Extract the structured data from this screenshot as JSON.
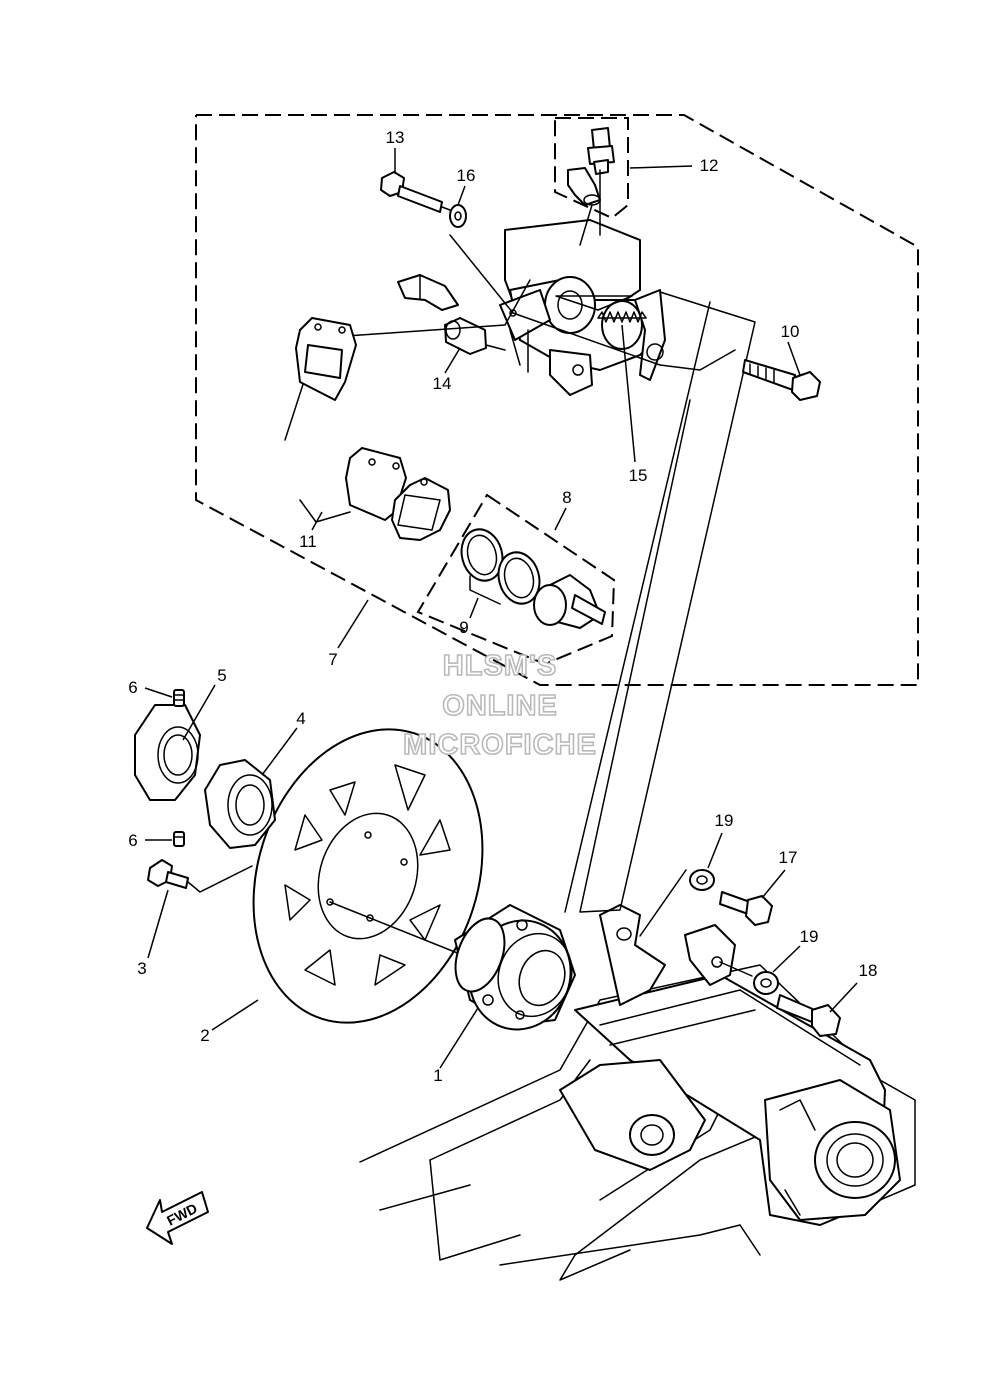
{
  "callouts": {
    "c1": "1",
    "c2": "2",
    "c3": "3",
    "c4": "4",
    "c5": "5",
    "c6a": "6",
    "c6b": "6",
    "c7": "7",
    "c8": "8",
    "c9": "9",
    "c10": "10",
    "c11": "11",
    "c12": "12",
    "c13": "13",
    "c14": "14",
    "c15": "15",
    "c16": "16",
    "c17": "17",
    "c18": "18",
    "c19a": "19",
    "c19b": "19"
  },
  "watermark": {
    "line1": "HLSM'S",
    "line2": "ONLINE",
    "line3": "MICROFICHE"
  },
  "direction_arrow": {
    "label": "FWD"
  }
}
